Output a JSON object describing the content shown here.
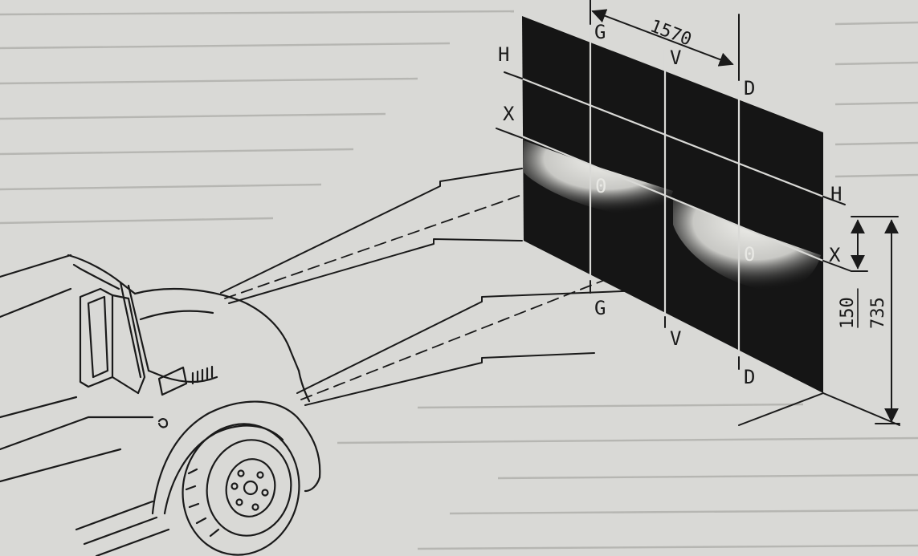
{
  "diagram": {
    "dimensions": {
      "width": "1570",
      "center_height": "150",
      "total_height": "735"
    },
    "line_labels": {
      "left_vertical_top": "G",
      "left_vertical_bottom": "G",
      "center_vertical_top": "V",
      "center_vertical_bottom": "V",
      "right_vertical_top": "D",
      "right_vertical_bottom": "D",
      "horizontal_top_left": "H",
      "horizontal_top_right": "H",
      "axis_left": "X",
      "axis_right": "X",
      "center_left": "0",
      "center_right": "0"
    },
    "colors": {
      "screen": "#151515",
      "ink": "#1a1a1a",
      "paper": "#d9d9d6"
    }
  }
}
